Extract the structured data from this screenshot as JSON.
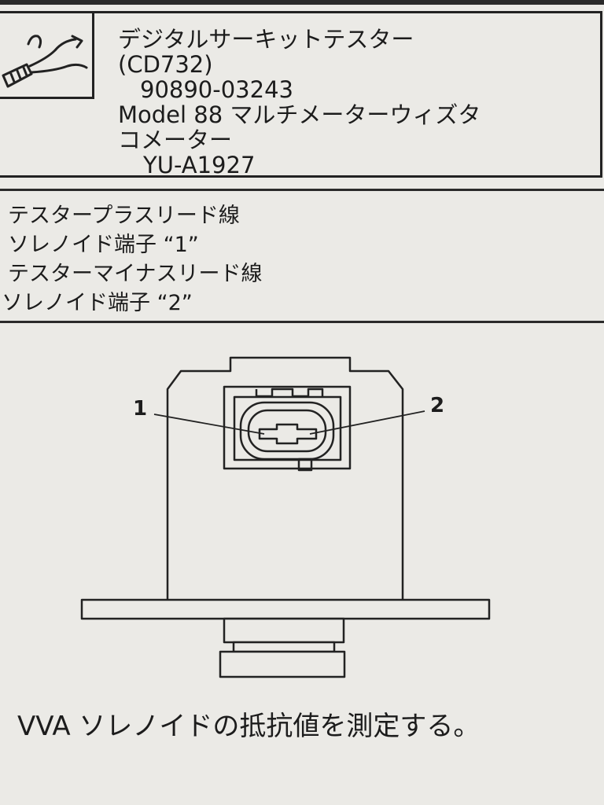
{
  "tool": {
    "icon": "tester-probe-icon",
    "name": "デジタルサーキットテスター",
    "code": "(CD732)",
    "part_no": "90890-03243",
    "alt_name_1": "Model 88 マルチメーターウィズタ",
    "alt_name_2": "コメーター",
    "alt_part_no": "YU-A1927"
  },
  "steps": [
    "テスタープラスリード線",
    "ソレノイド端子 “1”",
    "テスターマイナスリード線",
    "ソレノイド端子 “2”"
  ],
  "diagram": {
    "label_1": "1",
    "label_2": "2"
  },
  "caption": "VVA ソレノイドの抵抗値を測定する。"
}
